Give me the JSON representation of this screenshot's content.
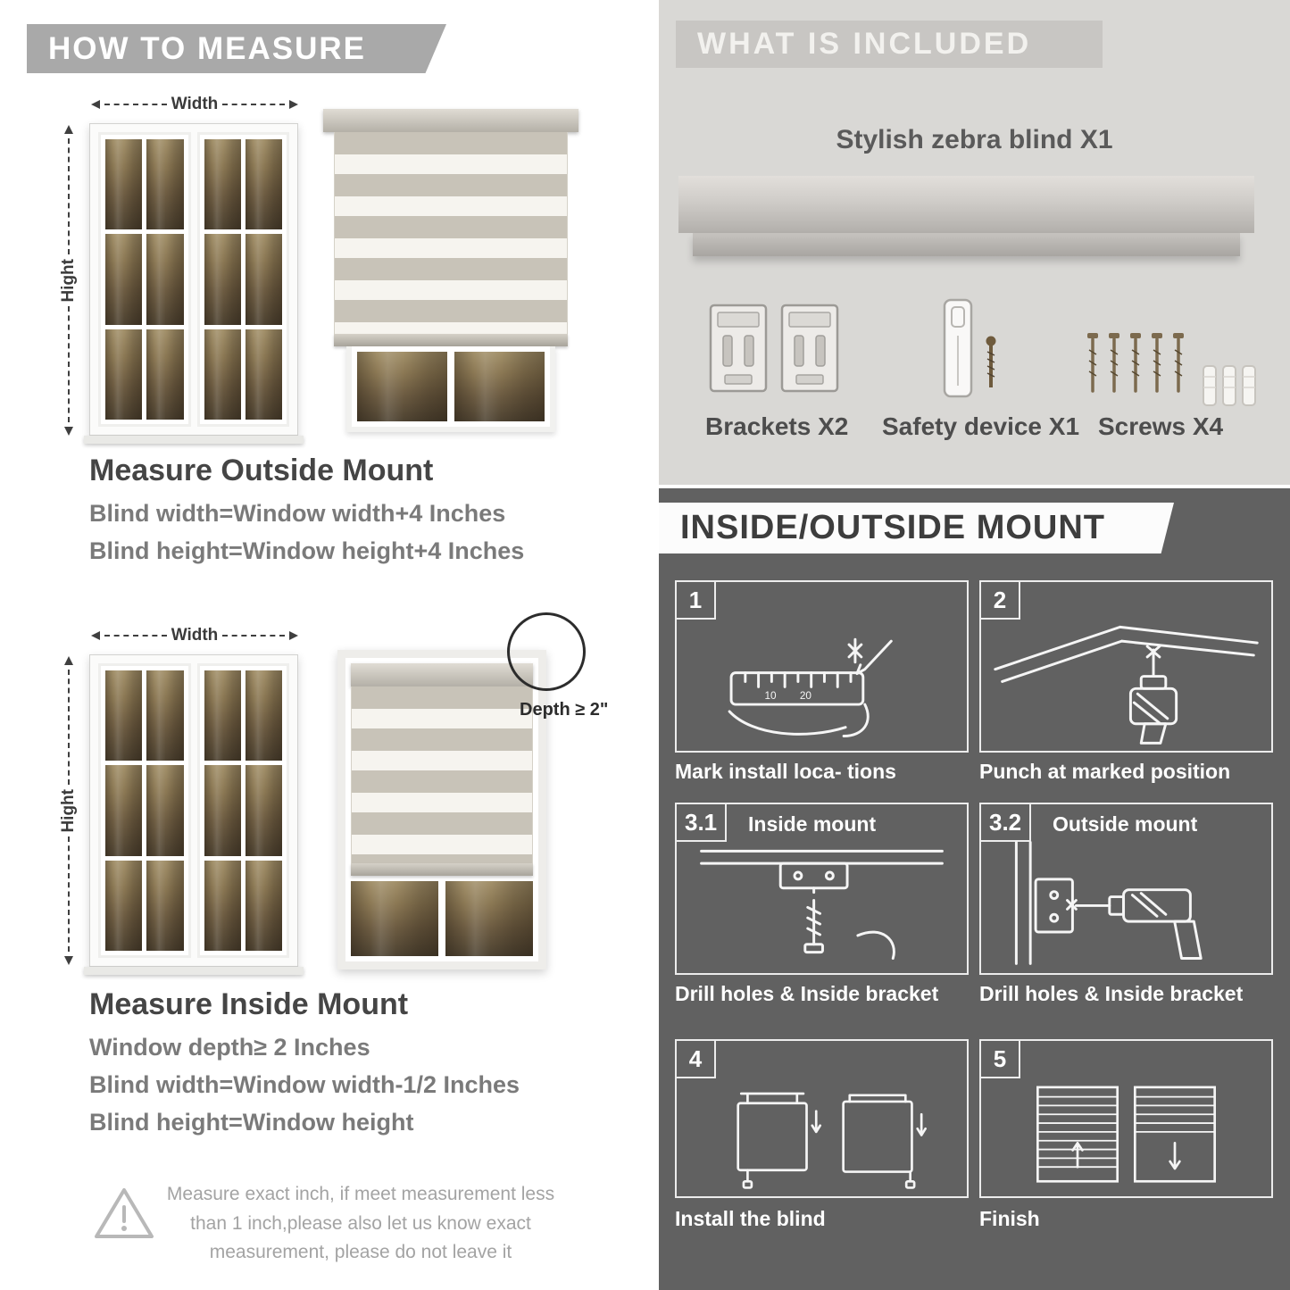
{
  "colors": {
    "banner_gray": "#a9a9a9",
    "light_section_bg": "#d9d8d5",
    "included_banner_bg": "#c8c6c3",
    "dark_section_bg": "#616161",
    "heading_text": "#454545",
    "body_text": "#7a7a7a",
    "caption_text": "#ffffff"
  },
  "left": {
    "header": "HOW TO MEASURE",
    "outside": {
      "width_label": "Width",
      "height_label": "Hight",
      "heading": "Measure Outside Mount",
      "line1": "Blind width=Window width+4 Inches",
      "line2": "Blind height=Window height+4 Inches"
    },
    "inside": {
      "width_label": "Width",
      "height_label": "Hight",
      "depth_label": "Depth ≥ 2\"",
      "heading": "Measure Inside Mount",
      "line1": "Window depth≥ 2 Inches",
      "line2": "Blind width=Window width-1/2 Inches",
      "line3": "Blind height=Window height"
    },
    "note": "Measure exact inch, if meet measurement less than 1 inch,please also let us know exact measurement, please do not leave it"
  },
  "right": {
    "included": {
      "header": "WHAT IS INCLUDED",
      "blind_label": "Stylish zebra blind X1",
      "items": [
        {
          "label": "Brackets X2"
        },
        {
          "label": "Safety device X1"
        },
        {
          "label": "Screws X4"
        }
      ]
    },
    "mount": {
      "header": "INSIDE/OUTSIDE MOUNT",
      "steps": [
        {
          "num": "1",
          "caption": "Mark install loca- tions"
        },
        {
          "num": "2",
          "caption": "Punch at  marked position"
        },
        {
          "num": "3.1",
          "title": "Inside mount",
          "caption": "Drill holes &  Inside bracket"
        },
        {
          "num": "3.2",
          "title": "Outside mount",
          "caption": "Drill holes &  Inside bracket"
        },
        {
          "num": "4",
          "caption": "Install the blind"
        },
        {
          "num": "5",
          "caption": "Finish"
        }
      ]
    }
  }
}
